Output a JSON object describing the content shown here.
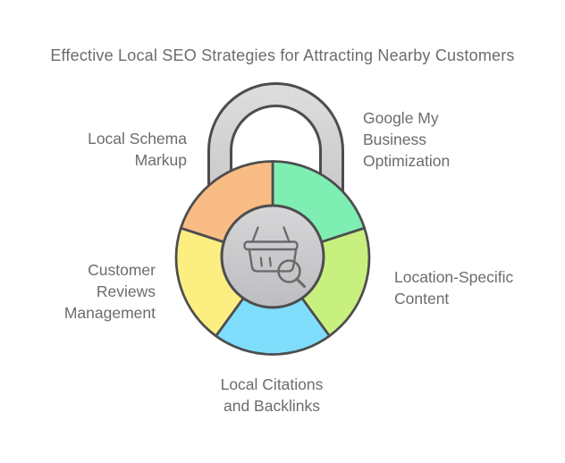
{
  "title": "Effective Local SEO Strategies for Attracting Nearby Customers",
  "diagram": {
    "type": "padlock-donut",
    "center_icon": "shopping-basket-search-icon",
    "colors": {
      "outline": "#4d4d4f",
      "metal_light": "#dedede",
      "metal_dark": "#c2c2c4",
      "inner_light": "#d6d6d8",
      "inner_dark": "#bdbdbf",
      "icon_stroke": "#6a6a6c",
      "text": "#6c6c6c"
    },
    "segments": [
      {
        "label": "Google My\nBusiness\nOptimization",
        "color": "#7eeeb2",
        "position": "top-right"
      },
      {
        "label": "Location-Specific\nContent",
        "color": "#c8f07e",
        "position": "right"
      },
      {
        "label": "Local Citations\nand Backlinks",
        "color": "#7fdefb",
        "position": "bottom"
      },
      {
        "label": "Customer\nReviews\nManagement",
        "color": "#fcee80",
        "position": "left"
      },
      {
        "label": "Local Schema\nMarkup",
        "color": "#f9bc84",
        "position": "top-left"
      }
    ]
  }
}
